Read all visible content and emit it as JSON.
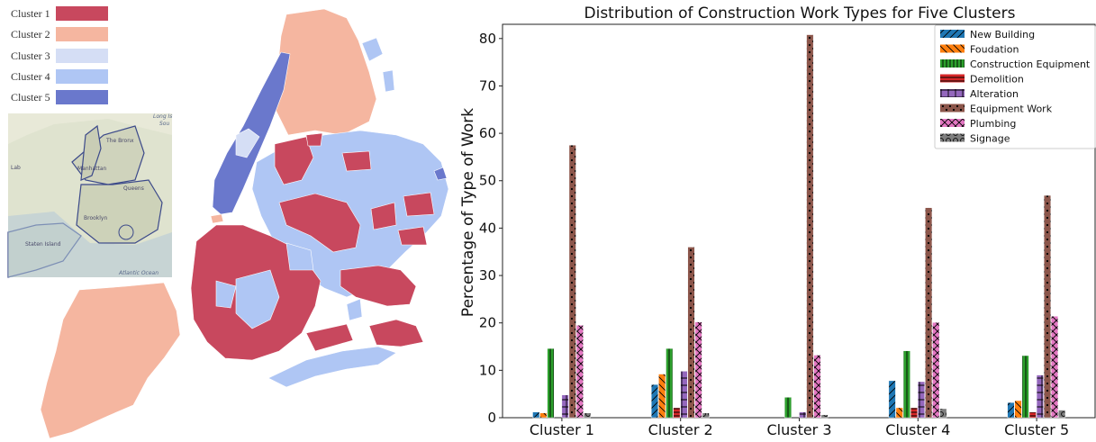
{
  "map": {
    "legend": [
      {
        "label": "Cluster 1",
        "color": "#c8485e"
      },
      {
        "label": "Cluster 2",
        "color": "#f5b6a0"
      },
      {
        "label": "Cluster 3",
        "color": "#d5def5"
      },
      {
        "label": "Cluster 4",
        "color": "#afc6f4"
      },
      {
        "label": "Cluster 5",
        "color": "#6a78cc"
      }
    ],
    "inset_labels": {
      "bronx": "The Bronx",
      "manhattan": "Manhattan",
      "queens": "Queens",
      "brooklyn": "Brooklyn",
      "staten": "Staten Island",
      "atlantic": "Atlantic Ocean",
      "longisland": "Long Is",
      "sound": "Sou",
      "lab": "Lab"
    }
  },
  "chart_data": {
    "type": "bar",
    "title": "Distribution of Construction Work Types for Five Clusters",
    "xlabel": "",
    "ylabel": "Percentage of Type of Work",
    "ylim": [
      0,
      83
    ],
    "yticks": [
      0,
      10,
      20,
      30,
      40,
      50,
      60,
      70,
      80
    ],
    "categories": [
      "Cluster 1",
      "Cluster 2",
      "Cluster 3",
      "Cluster 4",
      "Cluster 5"
    ],
    "legend_position": "top-right",
    "series": [
      {
        "name": "New Building",
        "color": "#1f77b4",
        "hatch": "diag-back",
        "values": [
          1.2,
          7.0,
          0.0,
          7.8,
          3.2
        ]
      },
      {
        "name": "Foudation",
        "color": "#ff7f0e",
        "hatch": "diag-fwd",
        "values": [
          1.0,
          9.2,
          0.0,
          2.1,
          3.6
        ]
      },
      {
        "name": "Construction Equipment",
        "color": "#2ca02c",
        "hatch": "vertical",
        "values": [
          14.6,
          14.6,
          4.3,
          14.1,
          13.1
        ]
      },
      {
        "name": "Demolition",
        "color": "#d62728",
        "hatch": "horizontal",
        "values": [
          0.0,
          2.1,
          0.0,
          2.1,
          1.2
        ]
      },
      {
        "name": "Alteration",
        "color": "#9467bd",
        "hatch": "cross",
        "values": [
          4.8,
          9.8,
          1.2,
          7.6,
          9.0
        ]
      },
      {
        "name": "Equipment Work",
        "color": "#8c564b",
        "hatch": "dots",
        "values": [
          57.5,
          36.0,
          80.8,
          44.3,
          46.9
        ]
      },
      {
        "name": "Plumbing",
        "color": "#e377c2",
        "hatch": "x",
        "values": [
          19.5,
          20.2,
          13.2,
          20.1,
          21.4
        ]
      },
      {
        "name": "Signage",
        "color": "#7f7f7f",
        "hatch": "circles",
        "values": [
          1.0,
          1.0,
          0.6,
          1.9,
          1.6
        ]
      }
    ]
  }
}
